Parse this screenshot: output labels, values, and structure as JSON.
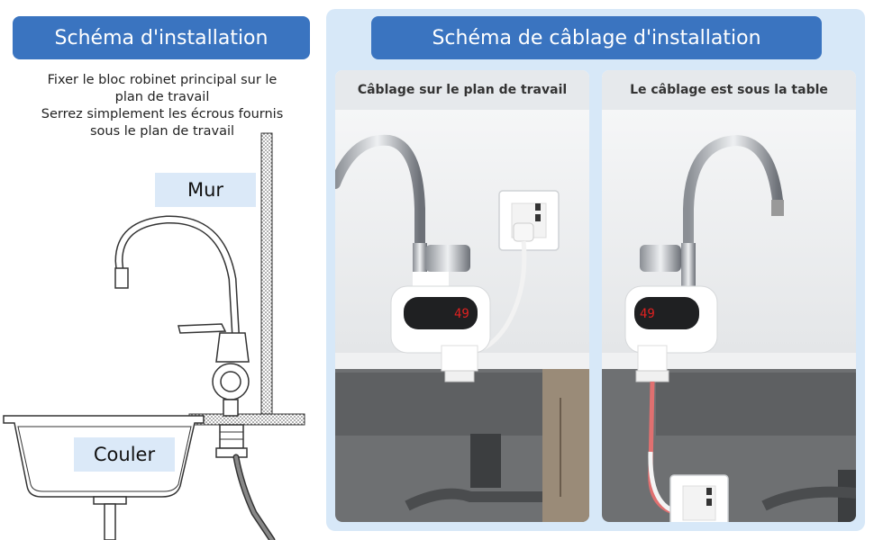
{
  "left": {
    "title": "Schéma d'installation",
    "instructions": [
      "Fixer le bloc robinet principal sur le",
      "plan de travail",
      "Serrez simplement les écrous fournis",
      "sous le plan de travail"
    ],
    "wall_label": "Mur",
    "sink_label": "Couler"
  },
  "right": {
    "title": "Schéma de câblage d'installation",
    "cards": [
      {
        "title": "Câblage sur le plan de travail",
        "display": "49"
      },
      {
        "title": "Le câblage est sous la table",
        "display": "49"
      }
    ]
  },
  "colors": {
    "accent": "#3a74c0",
    "panel": "#d7e8f8",
    "tag": "#dbe9f8",
    "digits": "#e02020"
  }
}
